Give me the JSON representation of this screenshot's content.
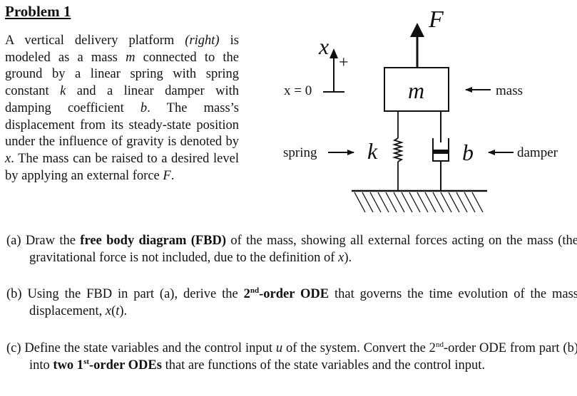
{
  "problem": {
    "title": "Problem 1",
    "intro": {
      "p1": "A vertical delivery platform ",
      "p1_em": "(right)",
      "p2": " is modeled as a mass ",
      "var_m": "m",
      "p3": " connected to the ground by a linear spring with spring constant ",
      "var_k": "k",
      "p4": " and a linear damper with damping coefficient ",
      "var_b": "b",
      "p5": ". The mass’s displacement from its steady-state position under the influence of gravity is denoted by ",
      "var_x": "x",
      "p6": ". The mass can be raised to a desired level by applying an external force ",
      "var_F": "F",
      "p7": "."
    }
  },
  "diagram": {
    "force_label": "F",
    "x_label": "x",
    "plus_label": "+",
    "x_zero_label": "x = 0",
    "mass_symbol": "m",
    "mass_label": "mass",
    "spring_label": "spring",
    "spring_symbol": "k",
    "damper_symbol": "b",
    "damper_label": "damper"
  },
  "questions": {
    "a": {
      "prefix": "(a) Draw the ",
      "bold": "free body diagram (FBD)",
      "text": " of the mass, showing all external forces acting on the mass (the gravitational force is not included, due to the definition of ",
      "var": "x",
      "suffix": ")."
    },
    "b": {
      "prefix": "(b) Using the FBD in part (a), derive the ",
      "bold_2": "2",
      "sup": "nd",
      "bold_rest": "-order ODE",
      "text": " that governs the time evolution of the mass displacement, ",
      "var_x": "x",
      "paren_open": "(",
      "var_t": "t",
      "suffix": ")."
    },
    "c": {
      "prefix": "(c) Define the state variables and the control input ",
      "var_u": "u",
      "text1": " of the system. Convert the 2",
      "sup1": "nd",
      "text2": "-order ODE from part (b) into ",
      "bold1": "two 1",
      "sup2": "st",
      "bold2": "-order ODEs",
      "text3": " that are functions of the state variables and the control input."
    }
  }
}
